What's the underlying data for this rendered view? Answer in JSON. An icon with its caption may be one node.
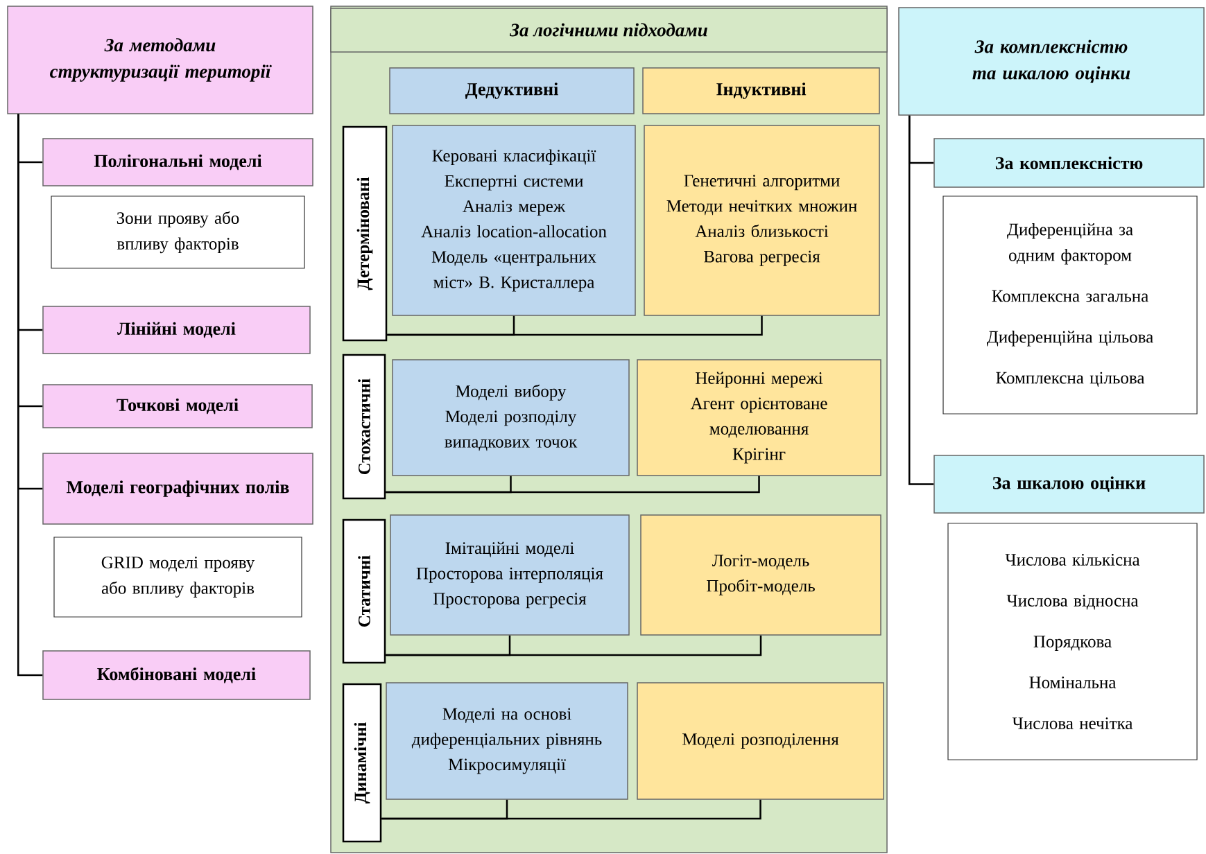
{
  "diagram": {
    "nodes": [
      {
        "text": [
          "За методами структуризації території"
        ]
      },
      {
        "text": [
          "Полігональні моделі"
        ]
      },
      {
        "text": [
          "Зони прояву або впливу факторів"
        ]
      },
      {
        "text": [
          "Лінійні моделі"
        ]
      },
      {
        "text": [
          "Точкові моделі"
        ]
      },
      {
        "text": [
          "Моделі географічних полів"
        ]
      },
      {
        "text": [
          "GRID моделі прояву або впливу факторів"
        ]
      },
      {
        "text": [
          "Комбіновані моделі"
        ]
      },
      {
        "text": [
          "За логічними підходами"
        ]
      },
      {
        "text": [
          "Дедуктивні"
        ],
        "in": 8
      },
      {
        "text": [
          "Індуктивні"
        ],
        "in": 8
      },
      {
        "text": [
          "Детерміновані"
        ],
        "in": 8
      },
      {
        "text": [
          "Керовані класифікації",
          "Експертні системи",
          "Аналіз мереж",
          "Аналіз location-allocation",
          "Модель «центральних міст» В. Кристаллера"
        ],
        "in": 8
      },
      {
        "text": [
          "Генетичні алгоритми",
          "Методи нечітких множин",
          "Аналіз близькості",
          "Вагова регресія"
        ],
        "in": 8
      },
      {
        "text": [
          "Стохастичні"
        ],
        "in": 8
      },
      {
        "text": [
          "Моделі вибору",
          "Моделі розподілу випадкових точок"
        ],
        "in": 8
      },
      {
        "text": [
          "Нейронні мережі",
          "Агент орієнтоване моделювання",
          "Крігінг"
        ],
        "in": 8
      },
      {
        "text": [
          "Статичні"
        ],
        "in": 8
      },
      {
        "text": [
          "Імітаційні моделі",
          "Просторова інтерполяція",
          "Просторова регресія"
        ],
        "in": 8
      },
      {
        "text": [
          "Логіт-модель",
          "Пробіт-модель"
        ],
        "in": 8
      },
      {
        "text": [
          "Динамічні"
        ],
        "in": 8
      },
      {
        "text": [
          "Моделі на основі диференціальних рівнянь",
          "Мікросимуляції"
        ],
        "in": 8
      },
      {
        "text": [
          "Моделі розподілення"
        ],
        "in": 8
      },
      {
        "text": [
          "За комплексністю та шкалою оцінки"
        ]
      },
      {
        "text": [
          "За комплексністю"
        ]
      },
      {
        "text": [
          "Диференційна за одним фактором",
          "Комплексна загальна",
          "Диференційна цільова",
          "Комплексна цільова"
        ]
      },
      {
        "text": [
          "За шкалою оцінки"
        ]
      },
      {
        "text": [
          "Числова кількісна",
          "Числова відносна",
          "Порядкова",
          "Номінальна",
          "Числова нечітка"
        ]
      }
    ],
    "edges": [
      {
        "from": 0,
        "to": 1,
        "arrow": "none"
      },
      {
        "from": 0,
        "to": 3,
        "arrow": "none"
      },
      {
        "from": 0,
        "to": 4,
        "arrow": "none"
      },
      {
        "from": 0,
        "to": 5,
        "arrow": "none"
      },
      {
        "from": 0,
        "to": 7,
        "arrow": "none"
      },
      {
        "from": 11,
        "to": 12,
        "arrow": "none"
      },
      {
        "from": 11,
        "to": 13,
        "arrow": "none"
      },
      {
        "from": 14,
        "to": 15,
        "arrow": "none"
      },
      {
        "from": 14,
        "to": 16,
        "arrow": "none"
      },
      {
        "from": 17,
        "to": 18,
        "arrow": "none"
      },
      {
        "from": 17,
        "to": 19,
        "arrow": "none"
      },
      {
        "from": 20,
        "to": 21,
        "arrow": "none"
      },
      {
        "from": 20,
        "to": 22,
        "arrow": "none"
      },
      {
        "from": 23,
        "to": 24,
        "arrow": "none"
      },
      {
        "from": 23,
        "to": 26,
        "arrow": "none"
      }
    ]
  }
}
